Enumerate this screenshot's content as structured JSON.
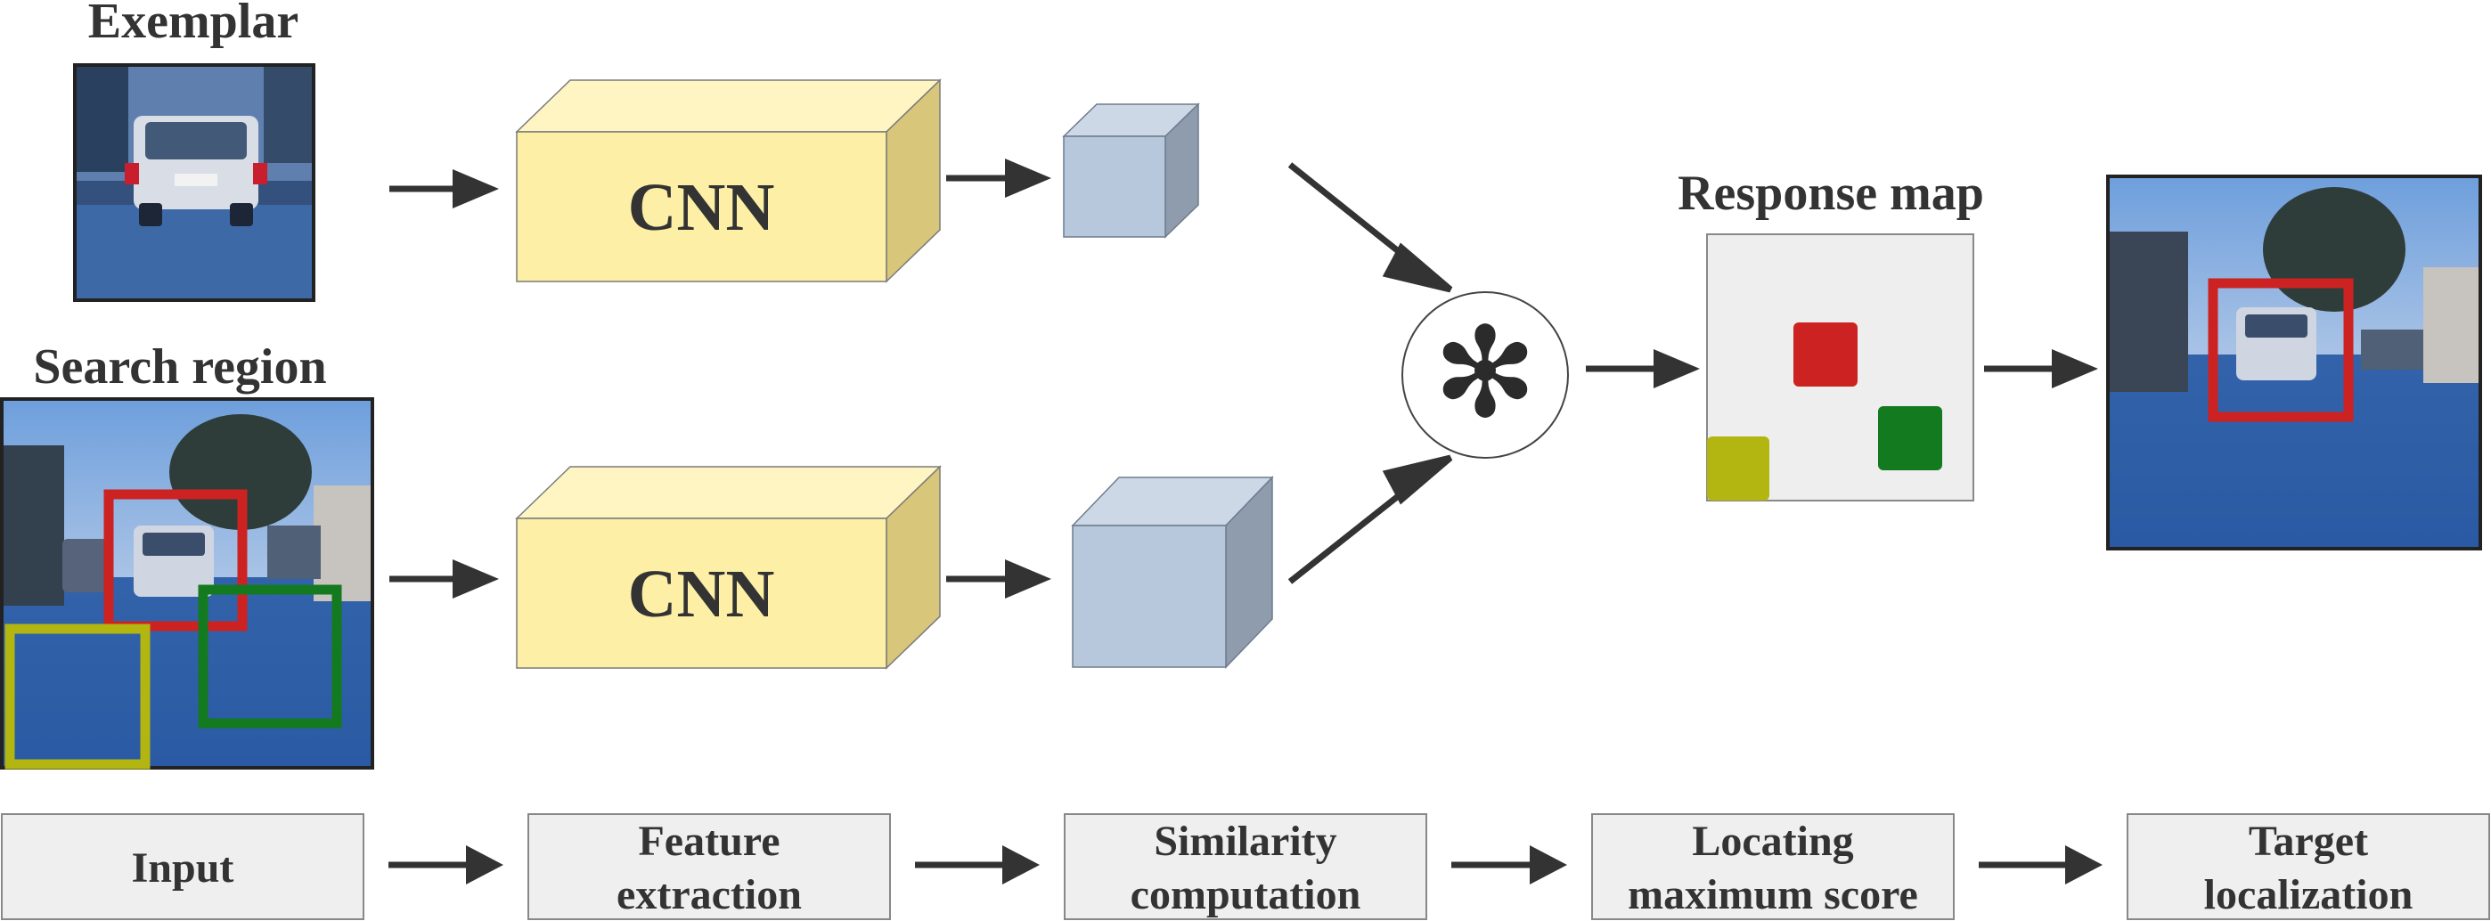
{
  "labels": {
    "exemplar": "Exemplar",
    "search_region": "Search region",
    "response_map": "Response map",
    "cnn_top": "CNN",
    "cnn_bottom": "CNN",
    "correlation_symbol": "✻"
  },
  "pipeline": [
    {
      "line1": "Input",
      "line2": ""
    },
    {
      "line1": "Feature",
      "line2": "extraction"
    },
    {
      "line1": "Similarity",
      "line2": "computation"
    },
    {
      "line1": "Locating",
      "line2": "maximum score"
    },
    {
      "line1": "Target",
      "line2": "localization"
    }
  ],
  "colors": {
    "cnn_front": "#fdefa6",
    "cnn_top": "#fef5c2",
    "cnn_side": "#d8c67a",
    "cube_front": "#b7c8dc",
    "cube_top": "#ccd8e6",
    "cube_side": "#8e9cae",
    "box_red": "#cc2222",
    "box_green": "#137a20",
    "box_yellow": "#b3b511",
    "arrow": "#333333",
    "step_fill": "#efefef",
    "response_fill": "#eeeeee"
  },
  "icons": {
    "arrow": "arrow-right-icon",
    "correlation": "asterisk-icon"
  }
}
